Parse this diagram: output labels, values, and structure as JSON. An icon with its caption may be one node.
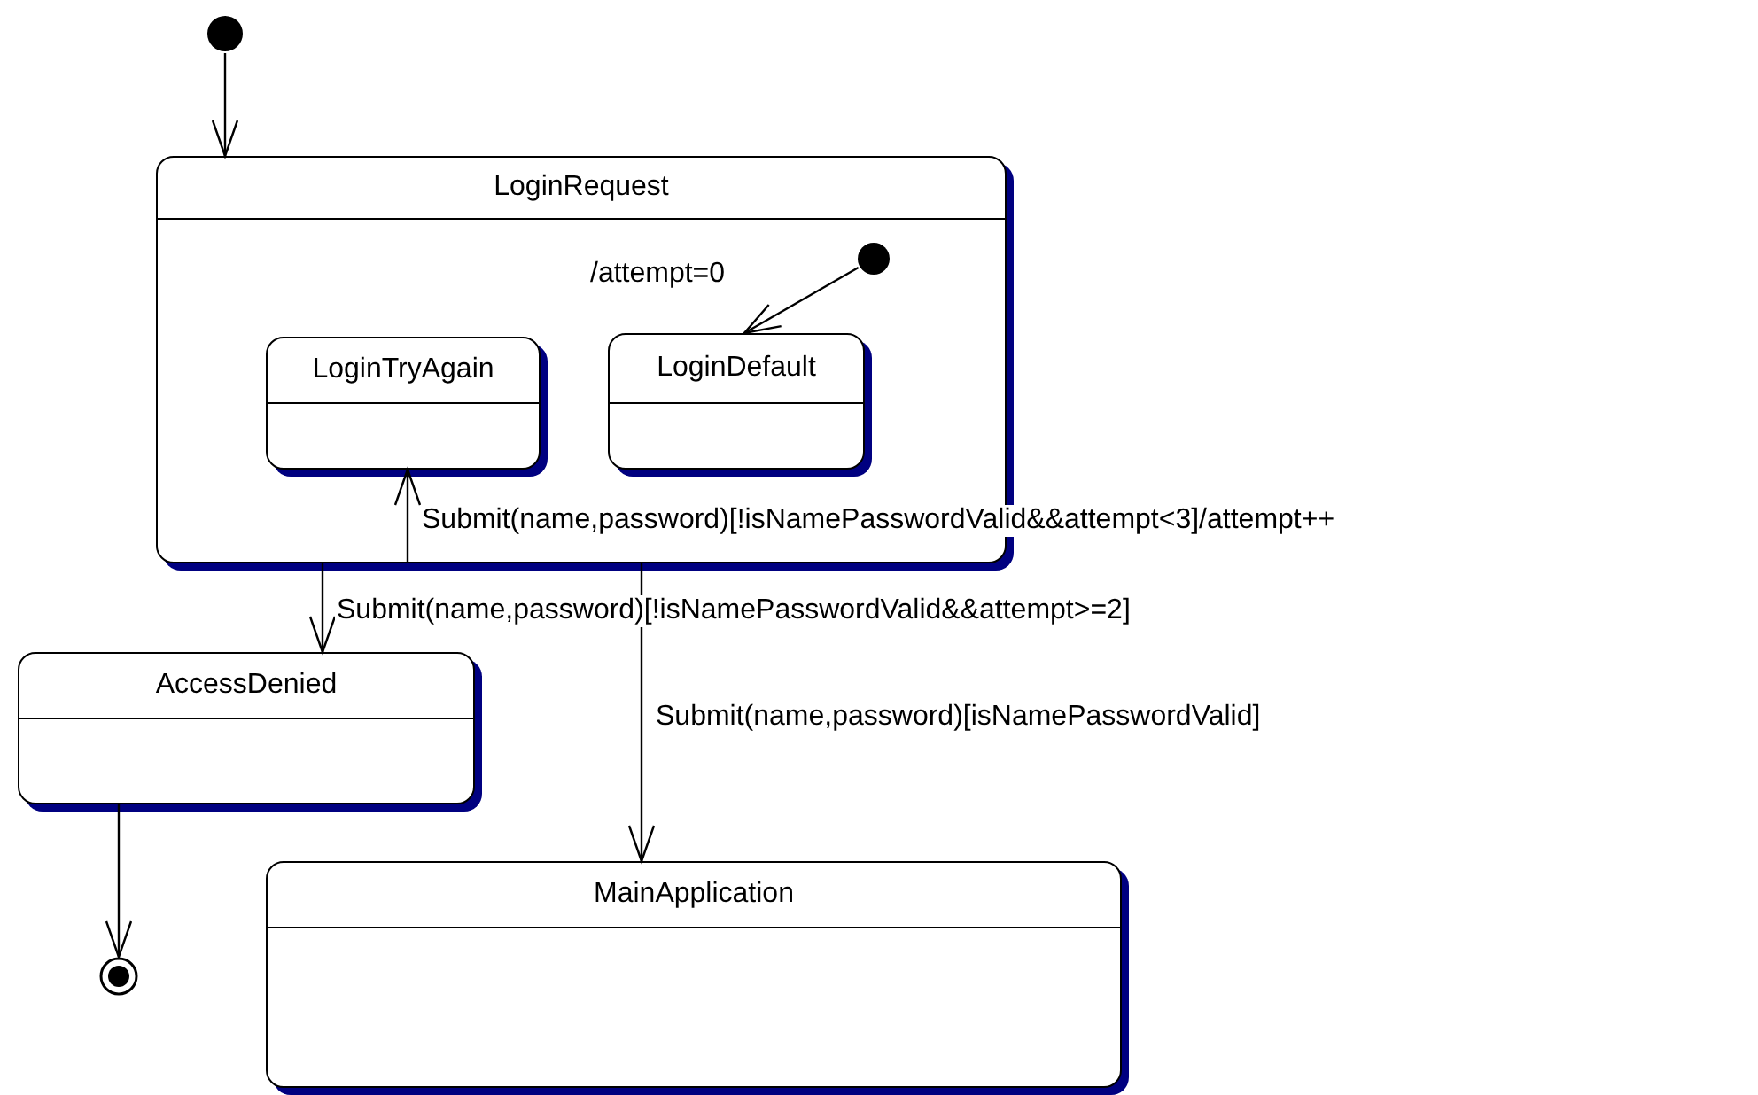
{
  "diagram": {
    "nodes": [
      {
        "text": [],
        "shape": "circle"
      },
      {
        "text": [
          "LoginRequest"
        ]
      },
      {
        "text": [],
        "shape": "circle",
        "in": 1
      },
      {
        "text": [
          "LoginTryAgain"
        ],
        "in": 1
      },
      {
        "text": [
          "LoginDefault"
        ],
        "in": 1
      },
      {
        "text": [
          "AccessDenied"
        ]
      },
      {
        "text": [],
        "shape": "bullseye"
      },
      {
        "text": [
          "MainApplication"
        ]
      }
    ],
    "edges": [
      {
        "from": 0,
        "to": 1,
        "arrow": "to"
      },
      {
        "from": 2,
        "to": 4,
        "arrow": "to",
        "label": "/attempt=0"
      },
      {
        "from": 1,
        "to": 3,
        "arrow": "to",
        "label": "Submit(name,password)[!isNamePasswordValid&&attempt<3]/attempt++"
      },
      {
        "from": 1,
        "to": 5,
        "arrow": "to",
        "label": "Submit(name,password)[!isNamePasswordValid&&attempt>=2]"
      },
      {
        "from": 1,
        "to": 7,
        "arrow": "to",
        "label": "Submit(name,password)[isNamePasswordValid]"
      },
      {
        "from": 5,
        "to": 6,
        "arrow": "to"
      }
    ]
  }
}
